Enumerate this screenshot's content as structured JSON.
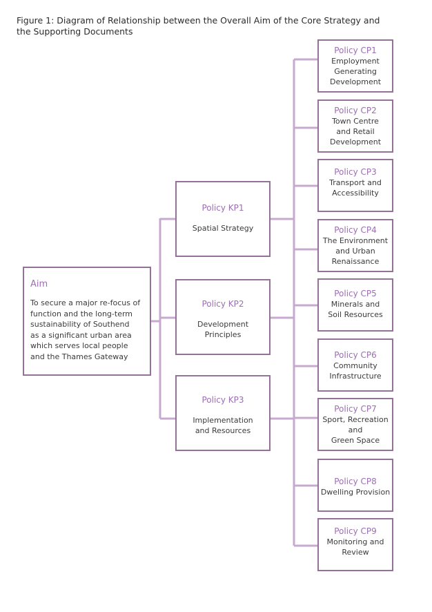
{
  "figure": {
    "caption_line1": "Figure 1: Diagram of Relationship between the Overall Aim of the Core Strategy and",
    "caption_line2": "the Supporting Documents"
  },
  "aim": {
    "title": "Aim",
    "lines": [
      "To secure a major re-focus of",
      "function and the long-term",
      "sustainability of Southend",
      "as a significant urban area",
      "which serves local people",
      "and the Thames Gateway"
    ]
  },
  "key_policies": [
    {
      "title": "Policy KP1",
      "lines": [
        "Spatial Strategy"
      ]
    },
    {
      "title": "Policy KP2",
      "lines": [
        "Development",
        "Principles"
      ]
    },
    {
      "title": "Policy KP3",
      "lines": [
        "Implementation",
        "and Resources"
      ]
    }
  ],
  "core_policies": [
    {
      "title": "Policy CP1",
      "lines": [
        "Employment",
        "Generating",
        "Development"
      ]
    },
    {
      "title": "Policy CP2",
      "lines": [
        "Town Centre",
        "and Retail",
        "Development"
      ]
    },
    {
      "title": "Policy CP3",
      "lines": [
        "Transport and",
        "Accessibility"
      ]
    },
    {
      "title": "Policy CP4",
      "lines": [
        "The Environment",
        "and Urban",
        "Renaissance"
      ]
    },
    {
      "title": "Policy CP5",
      "lines": [
        "Minerals and",
        "Soil Resources"
      ]
    },
    {
      "title": "Policy CP6",
      "lines": [
        "Community",
        "Infrastructure"
      ]
    },
    {
      "title": "Policy CP7",
      "lines": [
        "Sport, Recreation",
        "and",
        "Green Space"
      ]
    },
    {
      "title": "Policy CP8",
      "lines": [
        "Dwelling Provision"
      ]
    },
    {
      "title": "Policy CP9",
      "lines": [
        "Monitoring and",
        "Review"
      ]
    }
  ],
  "colors": {
    "box_border": "#957199",
    "connector": "#c7a9cf",
    "title_text": "#9b6fb0"
  }
}
